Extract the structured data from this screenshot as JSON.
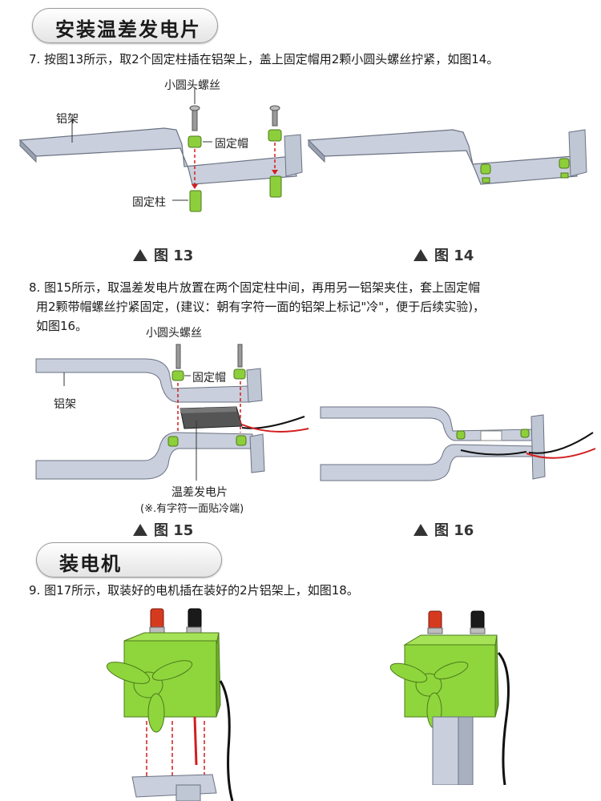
{
  "section1": {
    "title": "安装温差发电片"
  },
  "step7": {
    "text": "7. 按图13所示，取2个固定柱插在铝架上，盖上固定帽用2颗小圆头螺丝拧紧，如图14。"
  },
  "fig13": {
    "caption": "图 13",
    "label_screw": "小圆头螺丝",
    "label_bracket": "铝架",
    "label_cap": "固定帽",
    "label_post": "固定柱"
  },
  "fig14": {
    "caption": "图 14"
  },
  "step8": {
    "line1": "8. 图15所示，取温差发电片放置在两个固定柱中间，再用另一铝架夹住，套上固定帽",
    "line2": "用2颗带帽螺丝拧紧固定，(建议：朝有字符一面的铝架上标记\"冷\"，便于后续实验)，",
    "line3": "如图16。"
  },
  "fig15": {
    "caption": "图 15",
    "label_screw": "小圆头螺丝",
    "label_cap": "固定帽",
    "label_bracket": "铝架",
    "label_peltier": "温差发电片",
    "label_note": "(※.有字符一面贴冷端)"
  },
  "fig16": {
    "caption": "图 16"
  },
  "section2": {
    "title": "装电机"
  },
  "step9": {
    "text": "9. 图17所示，取装好的电机插在装好的2片铝架上，如图18。"
  },
  "colors": {
    "bracket": "#c9cfdc",
    "post": "#8ccf3a",
    "motor": "#8ed63c",
    "terminal_red": "#d63a1e",
    "arrow": "#d41d1d"
  }
}
